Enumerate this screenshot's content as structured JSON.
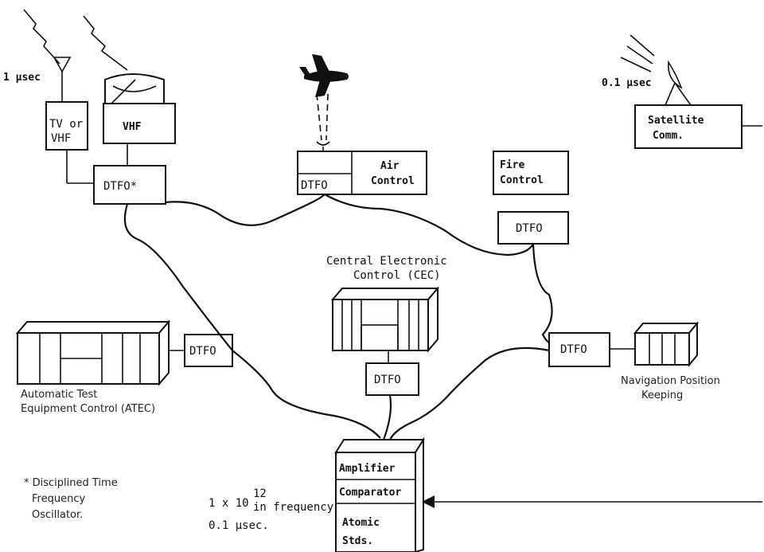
{
  "labels": {
    "one_usec": "1 μsec",
    "tv_vhf_1": "TV or",
    "tv_vhf_2": "VHF",
    "vhf_dish": "VHF",
    "dtfo_star": "DTFO*",
    "dtfo": "DTFO",
    "air_control_1": "Air",
    "air_control_2": "Control",
    "fire_control_1": "Fire",
    "fire_control_2": "Control",
    "sat_usec": "0.1 μsec",
    "satellite_1": "Satellite",
    "satellite_2": "Comm.",
    "cec_1": "Central Electronic",
    "cec_2": "Control (CEC)",
    "atec_1": "Automatic Test",
    "atec_2": "Equipment Control (ATEC)",
    "nav_1": "Navigation Position",
    "nav_2": "Keeping",
    "amplifier": "Amplifier",
    "comparator": "Comparator",
    "atomic_1": "Atomic",
    "atomic_2": "Stds.",
    "freq_1": "1 x 10",
    "freq_exp": "12",
    "freq_2": "in frequency",
    "freq_3": "0.1  μsec.",
    "footnote_1": "* Disciplined Time",
    "footnote_2": "Frequency",
    "footnote_3": "Oscillator."
  },
  "colors": {
    "ink": "#111111",
    "paper": "#ffffff"
  }
}
